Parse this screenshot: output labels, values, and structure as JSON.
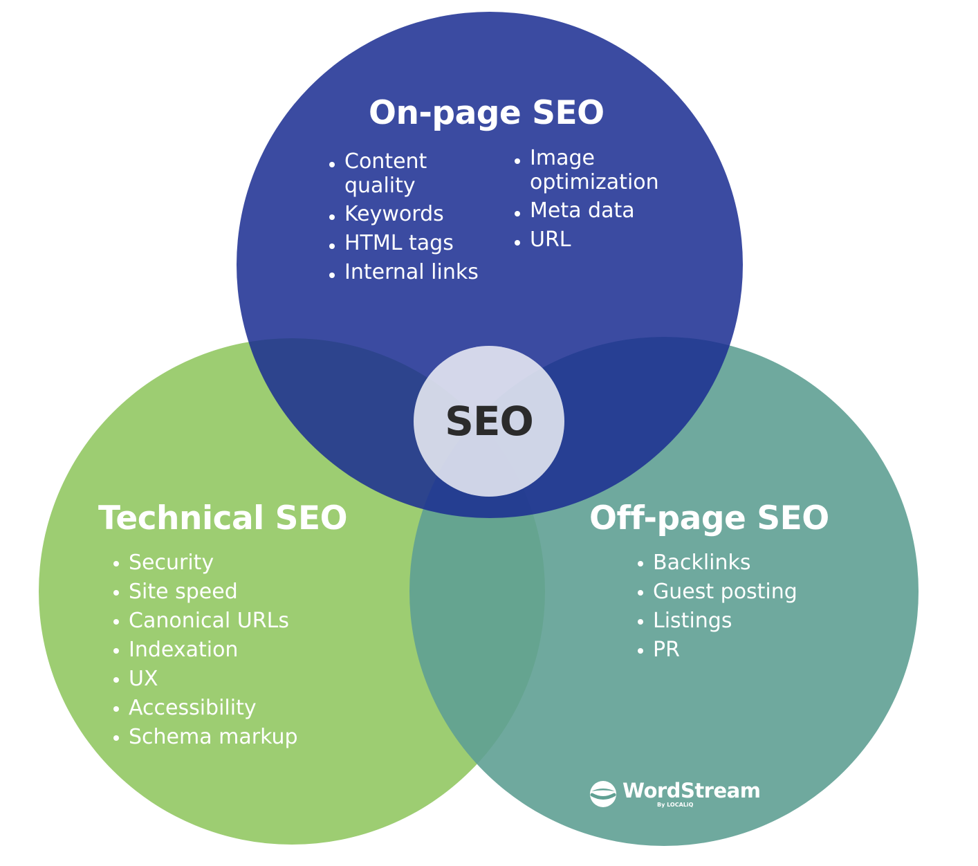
{
  "colors": {
    "onpage": "#1b2d92",
    "technical": "#9dcd72",
    "offpage": "#5fa093",
    "center": "#dde3ee",
    "text": "#ffffff",
    "center_text": "#2b2b2b"
  },
  "center": {
    "label": "SEO"
  },
  "onpage": {
    "title": "On-page SEO",
    "col1": [
      "Content quality",
      "Keywords",
      "HTML tags",
      "Internal links"
    ],
    "col2": [
      "Image optimization",
      "Meta data",
      "URL"
    ]
  },
  "technical": {
    "title": "Technical SEO",
    "items": [
      "Security",
      "Site speed",
      "Canonical URLs",
      "Indexation",
      "UX",
      "Accessibility",
      "Schema markup"
    ]
  },
  "offpage": {
    "title": "Off-page SEO",
    "items": [
      "Backlinks",
      "Guest posting",
      "Listings",
      "PR"
    ]
  },
  "brand": {
    "icon": "wordstream-logo-icon",
    "name": "WordStream",
    "sub": "By LOCALiQ"
  }
}
